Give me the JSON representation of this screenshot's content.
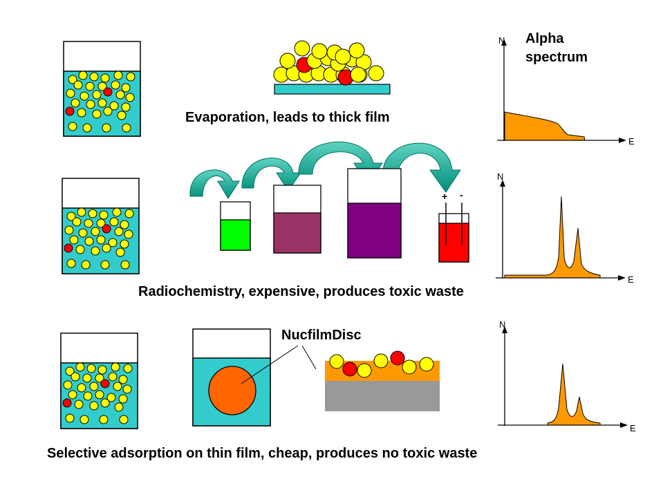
{
  "labels": {
    "alpha_line1": "Alpha",
    "alpha_line2": "spectrum",
    "evaporation": "Evaporation, leads to thick film",
    "radiochemistry": "Radiochemistry, expensive, produces toxic waste",
    "nucfilm": "NucfilmDisc",
    "selective": "Selective adsorption on thin film, cheap, produces no toxic waste",
    "plus": "+",
    "minus": "-"
  },
  "axes": {
    "y": "N",
    "x": "E"
  },
  "colors": {
    "solution": "#33cccc",
    "particle": "#ffff00",
    "particle_radioactive": "#ff0000",
    "spectrum": "#ff9900",
    "arrow": "#00a08a",
    "beaker_green": "#00ff00",
    "beaker_mauve": "#993366",
    "beaker_purple": "#800080",
    "beaker_red": "#ff0000",
    "disc": "#ff6600",
    "film": "#ff9900",
    "substrate": "#999999"
  }
}
